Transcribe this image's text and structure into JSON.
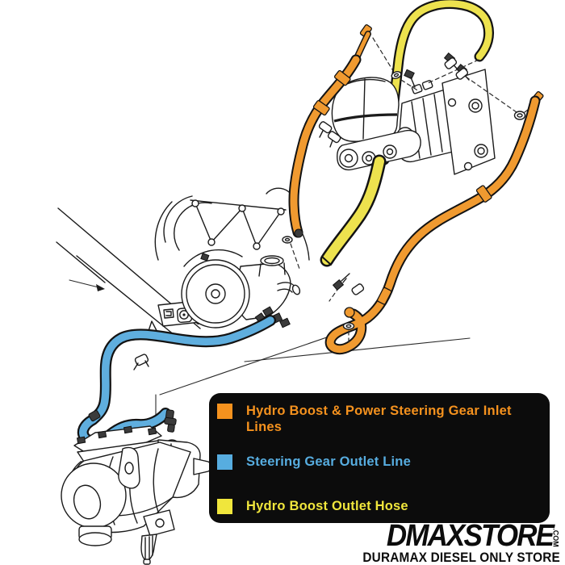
{
  "legend": {
    "items": [
      {
        "id": "inlet-lines",
        "label": "Hydro Boost & Power Steering Gear Inlet Lines",
        "color": "#F5921E"
      },
      {
        "id": "outlet-line",
        "label": "Steering Gear Outlet Line",
        "color": "#57ADE0"
      },
      {
        "id": "hydroboost-outlet",
        "label": "Hydro Boost Outlet Hose",
        "color": "#F0E63C"
      }
    ],
    "background": "#0c0c0c"
  },
  "logo": {
    "name": "DMAXSTORE",
    "tld": ".COM",
    "tagline": "DURAMAX DIESEL ONLY STORE"
  },
  "diagram": {
    "hose_colors": {
      "inlet_orange": "#F09A30",
      "outlet_blue": "#5FAEDE",
      "hydroboost_yellow": "#EDE24E"
    },
    "line_color": "#1b1b1b"
  }
}
